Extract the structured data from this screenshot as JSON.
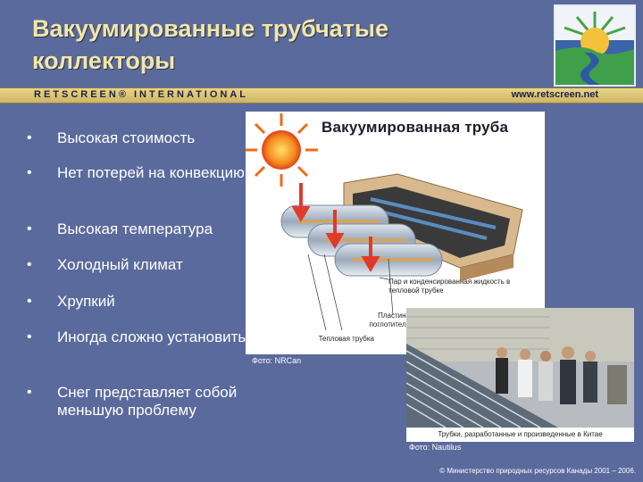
{
  "slide": {
    "title": "Вакуумированные трубчатые коллекторы",
    "brand": "RETSCREEN® INTERNATIONAL",
    "website": "www.retscreen.net",
    "copyright": "© Министерство природных ресурсов Канады 2001 – 2006."
  },
  "bullets": [
    "Высокая стоимость",
    "Нет потерей на конвекцию",
    "Высокая температура",
    "Холодный климат",
    "Хрупкий",
    "Иногда сложно установить",
    "Снег представляет собой меньшую проблему"
  ],
  "diagram": {
    "title": "Вакуумированная труба",
    "label_vapor": "Пар и конденсированная жидкость в тепловой трубке",
    "label_plate": "Пластина поглотителя",
    "label_heatpipe": "Тепловая трубка",
    "credit": "Фото: NRCan"
  },
  "photo": {
    "caption": "Трубки, разработанные и произведенные в Китае",
    "credit": "Фото: Nautilus"
  },
  "colors": {
    "background": "#5a6a9c",
    "title": "#f2e7a6",
    "header_bar": "#e0c878"
  }
}
